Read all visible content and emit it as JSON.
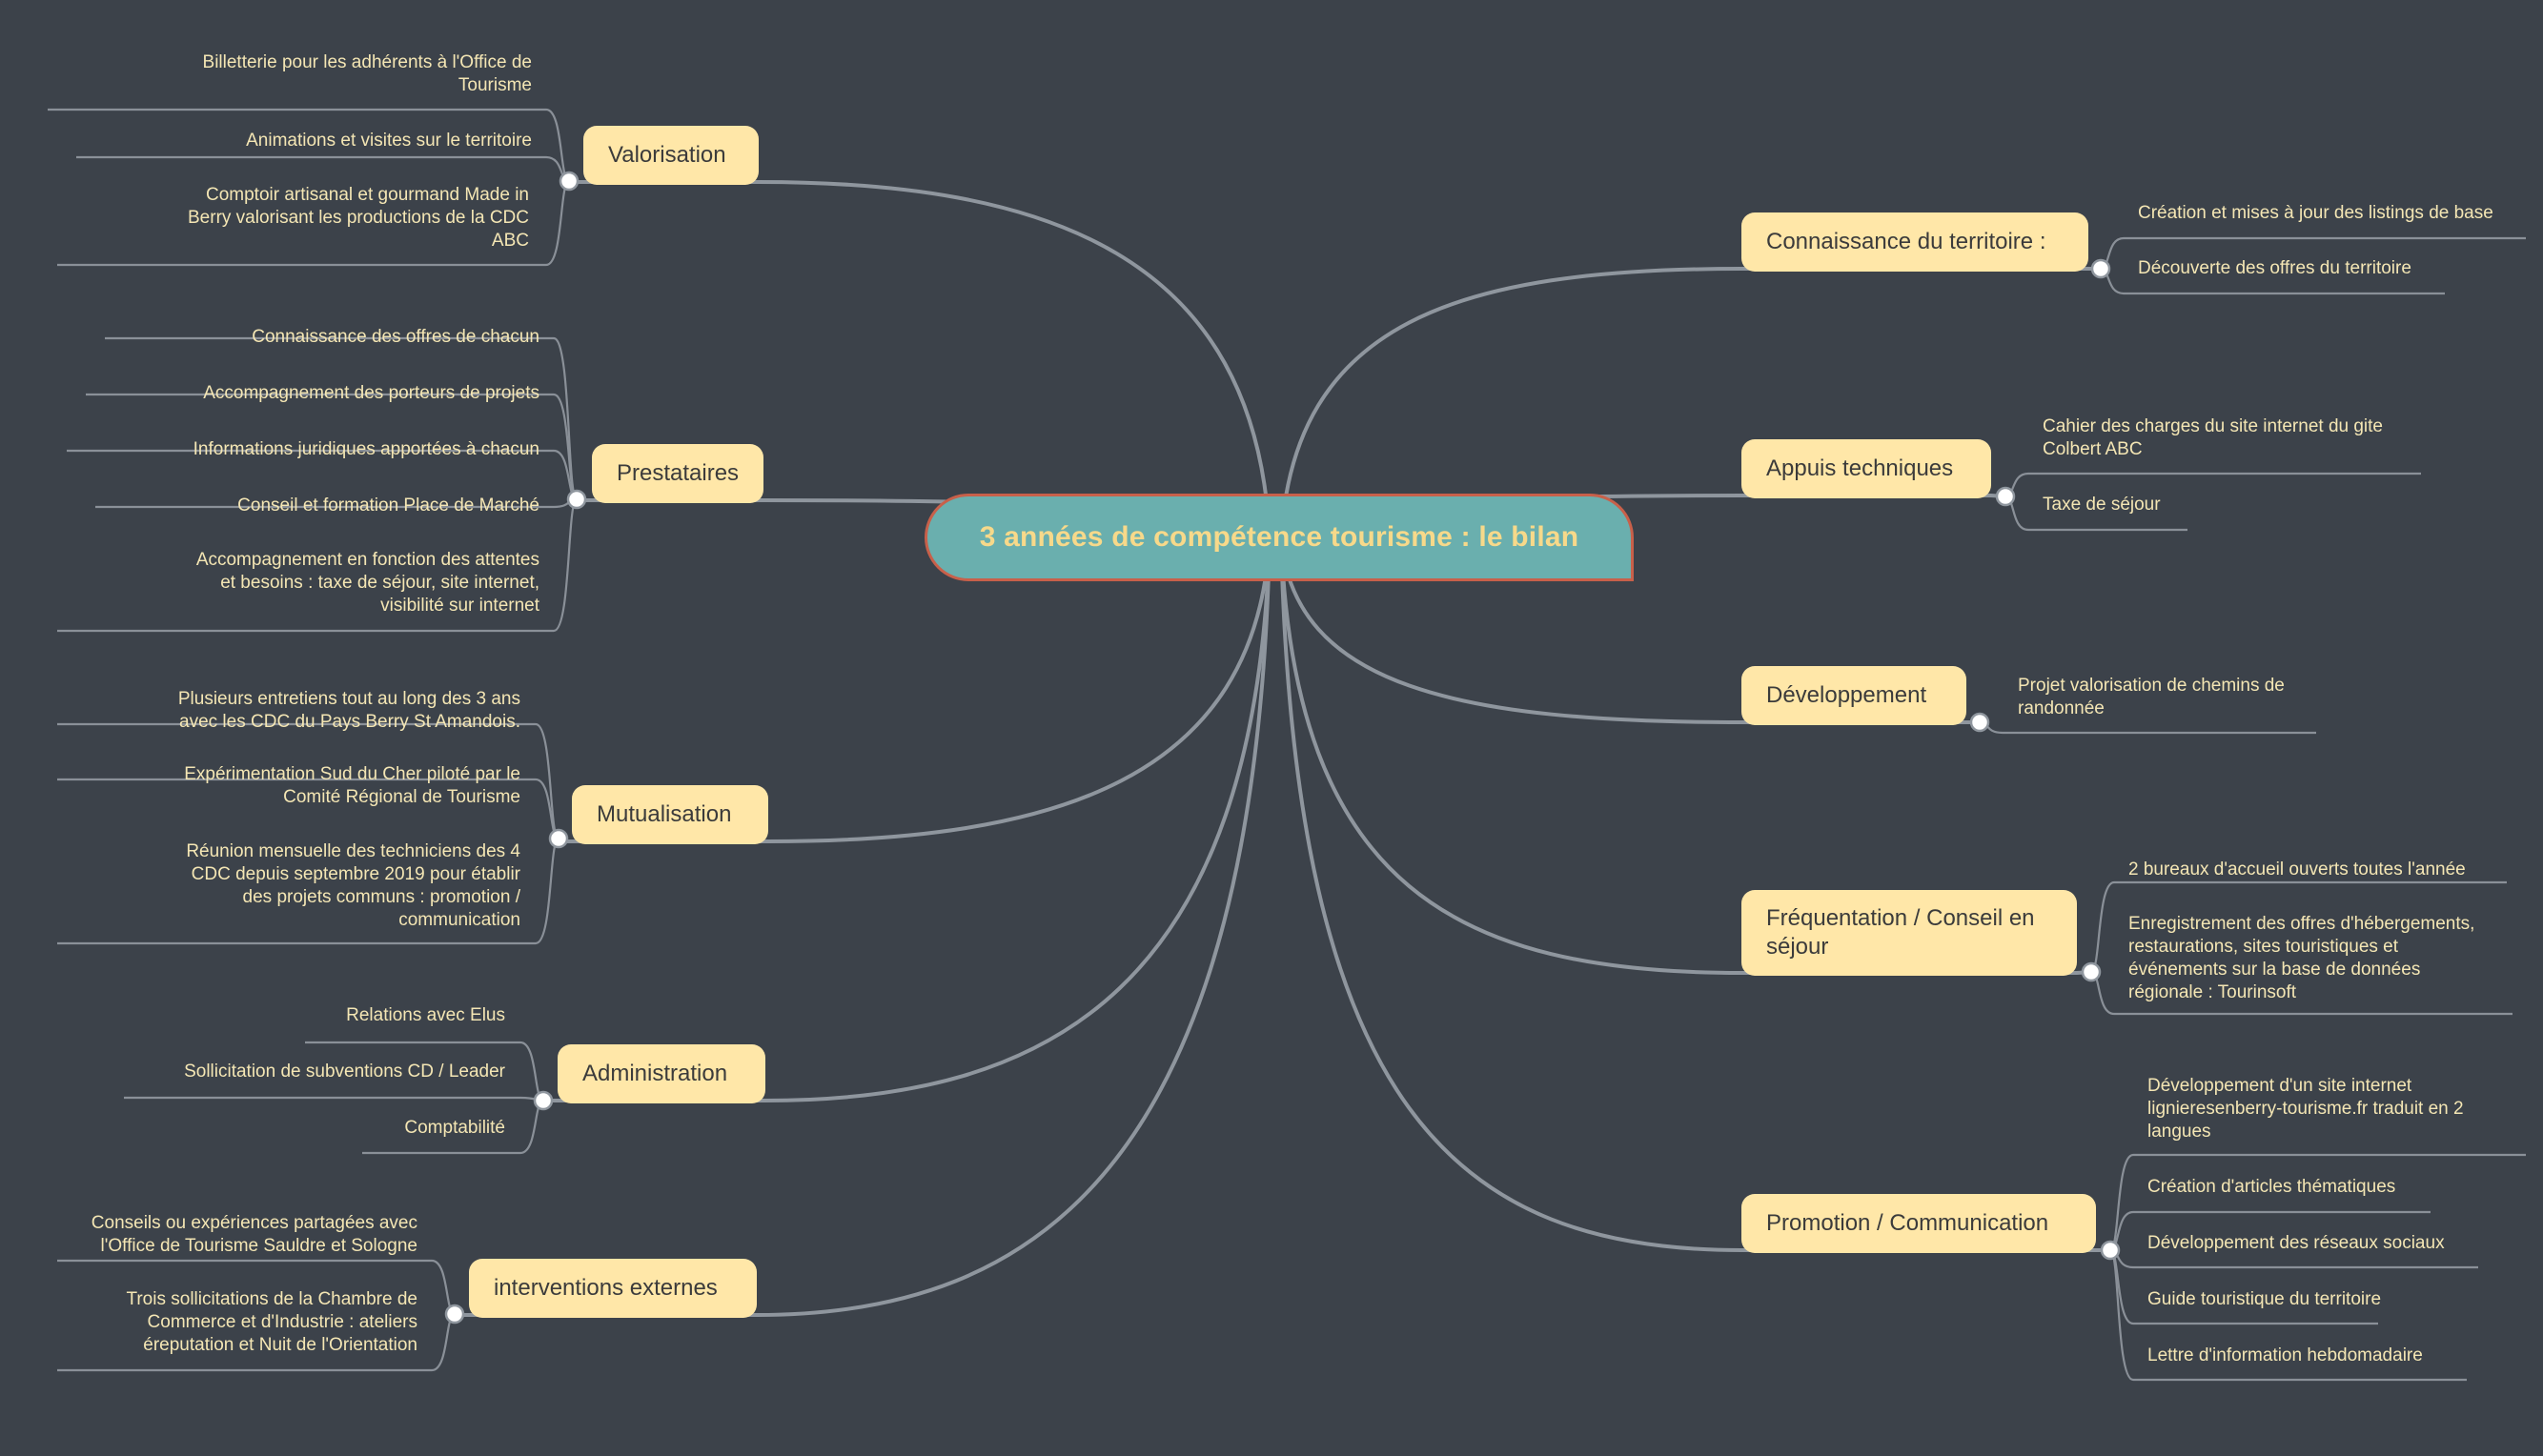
{
  "central": "3 années de compétence tourisme : le bilan",
  "left": [
    {
      "label": "Valorisation",
      "leaves": [
        "Billetterie pour les adhérents à l'Office de\nTourisme",
        "Animations et visites sur le territoire",
        "Comptoir artisanal et gourmand Made in\nBerry valorisant les productions de la CDC\nABC"
      ]
    },
    {
      "label": "Prestataires",
      "leaves": [
        "Connaissance des offres de chacun",
        "Accompagnement des porteurs de projets",
        "Informations juridiques apportées à chacun",
        "Conseil et formation Place de Marché",
        "Accompagnement en fonction des attentes\net besoins : taxe de séjour, site internet,\nvisibilité sur internet"
      ]
    },
    {
      "label": "Mutualisation",
      "leaves": [
        "Plusieurs entretiens tout au long des 3 ans\navec les CDC du Pays Berry St Amandois.",
        "Expérimentation Sud du Cher piloté par le\nComité Régional de Tourisme",
        "Réunion mensuelle des techniciens des 4\nCDC depuis septembre 2019 pour établir\ndes projets communs : promotion /\ncommunication"
      ]
    },
    {
      "label": "Administration",
      "leaves": [
        "Relations avec Elus",
        "Sollicitation de subventions CD / Leader",
        "Comptabilité"
      ]
    },
    {
      "label": "interventions externes",
      "leaves": [
        "Conseils ou expériences partagées avec\nl'Office de Tourisme Sauldre et Sologne",
        "Trois sollicitations de la Chambre de\nCommerce et d'Industrie : ateliers\néreputation et Nuit de l'Orientation"
      ]
    }
  ],
  "right": [
    {
      "label": "Connaissance du territoire :",
      "leaves": [
        "Création et mises à jour des listings de base",
        "Découverte des offres du territoire"
      ]
    },
    {
      "label": "Appuis techniques",
      "leaves": [
        "Cahier des charges du site internet du gite\nColbert ABC",
        "Taxe de séjour"
      ]
    },
    {
      "label": "Développement",
      "leaves": [
        "Projet valorisation de chemins de\nrandonnée"
      ]
    },
    {
      "label": "Fréquentation / Conseil en\nséjour",
      "leaves": [
        "2 bureaux d'accueil ouverts toutes l'année",
        "Enregistrement des offres d'hébergements,\nrestaurations, sites touristiques et\névénements sur la base de données\nrégionale : Tourinsoft"
      ]
    },
    {
      "label": "Promotion / Communication",
      "leaves": [
        "Développement d'un site internet\nlignieresenberry-tourisme.fr traduit en 2\nlangues",
        "Création d'articles thématiques",
        "Développement des réseaux sociaux",
        "Guide touristique du territoire",
        "Lettre d'information hebdomadaire"
      ]
    }
  ],
  "colors": {
    "background": "#3c424a",
    "central_fill": "#6aafae",
    "central_border": "#c8604a",
    "central_text": "#f7d98a",
    "topic_fill": "#ffe7a8",
    "leaf_text": "#f4e6b4",
    "lines": "#8f969e"
  }
}
